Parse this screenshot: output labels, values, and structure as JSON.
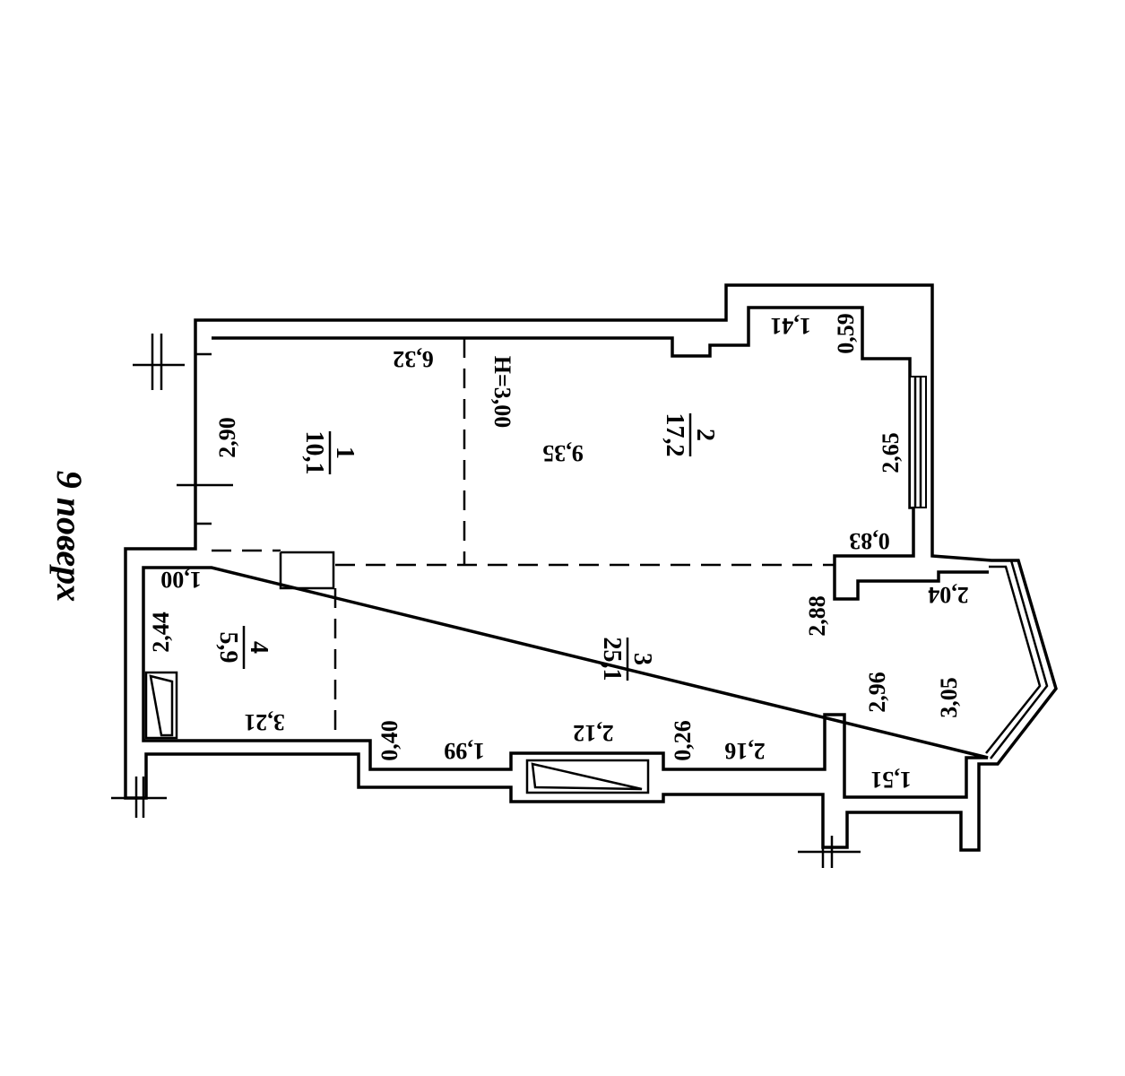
{
  "floor_label": "9 поверх",
  "ceiling_height": "H=3,00",
  "rooms": [
    {
      "number": "1",
      "area": "10,1"
    },
    {
      "number": "2",
      "area": "17,2"
    },
    {
      "number": "3",
      "area": "25,1"
    },
    {
      "number": "4",
      "area": "5,9"
    }
  ],
  "dimensions": {
    "d632": "6,32",
    "d935": "9,35",
    "d290": "2,90",
    "d141": "1,41",
    "d059": "0,59",
    "d265": "2,65",
    "d083": "0,83",
    "d100": "1,00",
    "d244": "2,44",
    "d204": "2,04",
    "d288": "2,88",
    "d296": "2,96",
    "d305": "3,05",
    "d321": "3,21",
    "d040": "0,40",
    "d199": "1,99",
    "d212": "2,12",
    "d026": "0,26",
    "d216": "2,16",
    "d151": "1,51"
  }
}
